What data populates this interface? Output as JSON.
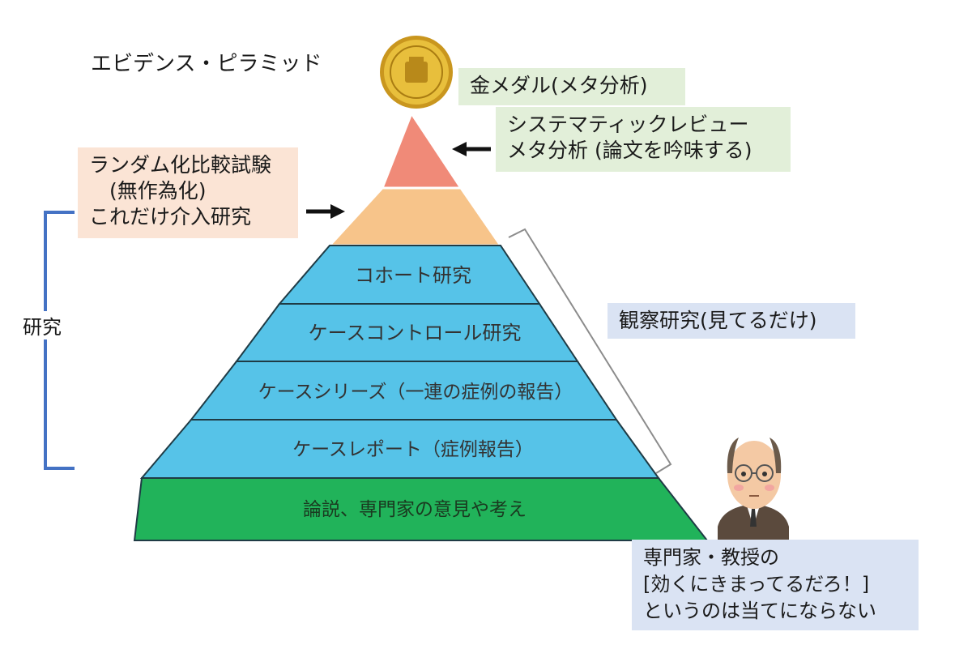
{
  "title": "エビデンス・ピラミッド",
  "colors": {
    "top": "#f08a78",
    "rct": "#f7c48a",
    "observational": "#56c3e8",
    "opinion": "#21b35a",
    "label_green": "#e2efd9",
    "label_peach": "#fbe4d5",
    "label_blue": "#dae3f3",
    "bracket_blue": "#4472c4",
    "medal": "#d7a927"
  },
  "pyramid": {
    "levels": [
      {
        "label": ""
      },
      {
        "label": ""
      },
      {
        "label": "コホート研究"
      },
      {
        "label": "ケースコントロール研究"
      },
      {
        "label": "ケースシリーズ（一連の症例の報告）"
      },
      {
        "label": "ケースレポート（症例報告）"
      },
      {
        "label": "論説、専門家の意見や考え"
      }
    ]
  },
  "medal": {
    "label": "金メダル(メタ分析)"
  },
  "systematic_review": {
    "lines": [
      "システマティックレビュー",
      "メタ分析 (論文を吟味する)"
    ]
  },
  "rct": {
    "lines": [
      "ランダム化比較試験",
      "　(無作為化)",
      "これだけ介入研究"
    ]
  },
  "observational": {
    "label": "観察研究(見てるだけ)"
  },
  "research": {
    "label": "研究"
  },
  "expert": {
    "lines": [
      "専門家・教授の",
      "[効くにきまってるだろ！]",
      "というのは当てにならない"
    ]
  },
  "icons": {
    "medal": "gold-medal-icon",
    "arrow": "right-arrow-icon",
    "professor": "professor-illustration"
  }
}
